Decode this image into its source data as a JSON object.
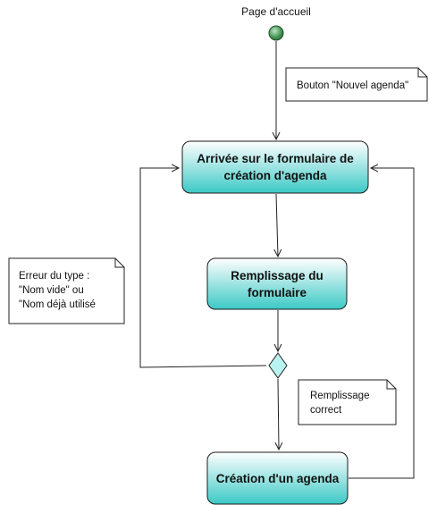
{
  "diagram": {
    "start_label": "Page d'accueil",
    "activities": {
      "arrival": "Arrivée sur le formulaire de création d'agenda",
      "filling": "Remplissage du formulaire",
      "creation": "Création d'un agenda"
    },
    "notes": {
      "button": "Bouton \"Nouvel agenda\"",
      "error": "Erreur du type :\n\"Nom vide\" ou\n\"Nom déjà utilisé",
      "correct": "Remplissage\ncorrect"
    },
    "colors": {
      "activity_fill_top": "#ffffff",
      "activity_fill_bottom": "#3cc9c6",
      "activity_border": "#1b1b1b",
      "decision_fill": "#b9f3ef",
      "start_fill": "#3f8f52",
      "line": "#222222"
    }
  }
}
